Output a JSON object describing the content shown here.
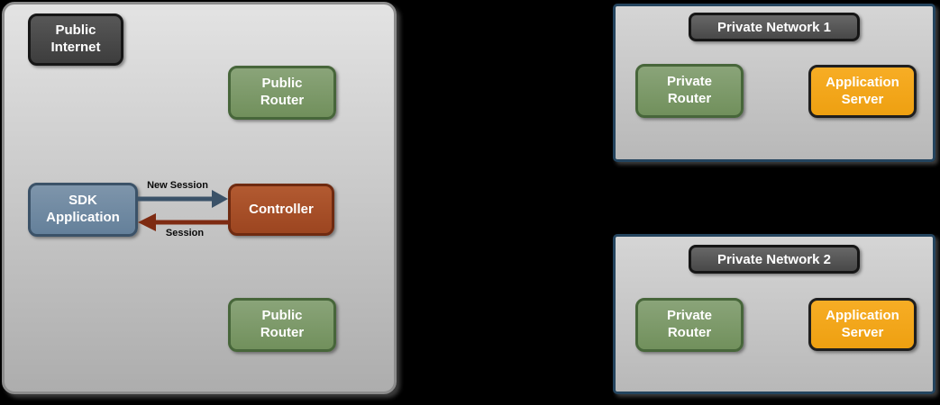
{
  "colors": {
    "page_background": "#000000",
    "public_zone_fill_top": "#e3e3e3",
    "public_zone_fill_bottom": "#adadad",
    "public_zone_border": "#8c8c8c",
    "private_network_border": "#24445e",
    "dark_node_fill": "#474747",
    "dark_node_border": "#161616",
    "green_node_fill": "#7d9a6a",
    "green_node_border": "#47663a",
    "slate_node_fill": "#718aa2",
    "slate_node_border": "#3b5268",
    "rust_node_fill": "#a65029",
    "rust_node_border": "#6f2a10",
    "orange_node_fill": "#f2a71b",
    "orange_node_border": "#1f1f1f",
    "new_session_arrow": "#3b5268",
    "session_arrow": "#7e2b12",
    "arrow_label_text": "#0a0a0a",
    "node_text": "#ffffff"
  },
  "public_internet": {
    "label": "Public Internet",
    "nodes": {
      "public_router_top": "Public Router",
      "sdk_application": "SDK Application",
      "controller": "Controller",
      "public_router_bottom": "Public Router"
    },
    "arrows": {
      "new_session": "New Session",
      "session": "Session"
    }
  },
  "private_network_1": {
    "title": "Private Network 1",
    "nodes": {
      "private_router": "Private Router",
      "application_server": "Application Server"
    }
  },
  "private_network_2": {
    "title": "Private Network 2",
    "nodes": {
      "private_router": "Private Router",
      "application_server": "Application Server"
    }
  }
}
